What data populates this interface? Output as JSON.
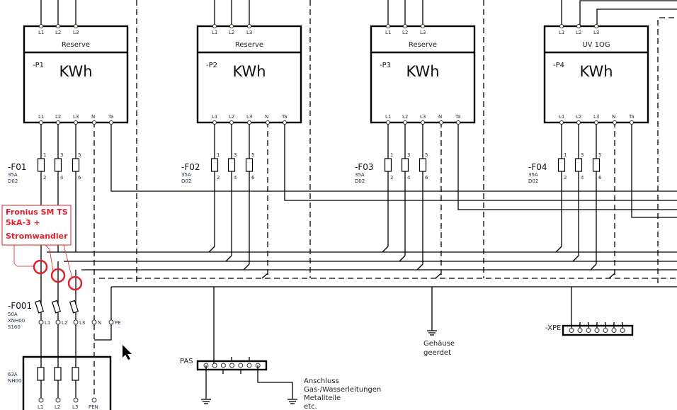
{
  "meters": [
    {
      "id": "-P1",
      "title": "Reserve",
      "label": "KWh",
      "top_pins": [
        "L1",
        "L2",
        "L3"
      ],
      "bottom_pins": [
        "L1",
        "L2",
        "L3",
        "N",
        "Ta"
      ]
    },
    {
      "id": "-P2",
      "title": "Reserve",
      "label": "KWh",
      "top_pins": [
        "L1",
        "L2",
        "L3"
      ],
      "bottom_pins": [
        "L1",
        "L2",
        "L3",
        "N",
        "Ta"
      ]
    },
    {
      "id": "-P3",
      "title": "Reserve",
      "label": "KWh",
      "top_pins": [
        "L1",
        "L2",
        "L3"
      ],
      "bottom_pins": [
        "L1",
        "L2",
        "L3",
        "N",
        "Ta"
      ]
    },
    {
      "id": "-P4",
      "title": "UV 1OG",
      "label": "KWh",
      "top_pins": [
        "L1",
        "L2",
        "L3"
      ],
      "bottom_pins": [
        "L1",
        "L2",
        "L3",
        "N",
        "Ta"
      ]
    }
  ],
  "fuses": [
    {
      "id": "-F01",
      "rating": "35A",
      "type": "D02",
      "pins_top": [
        "1",
        "3",
        "5"
      ],
      "pins_bottom": [
        "2",
        "4",
        "6"
      ]
    },
    {
      "id": "-F02",
      "rating": "35A",
      "type": "D02",
      "pins_top": [
        "1",
        "3",
        "5"
      ],
      "pins_bottom": [
        "2",
        "4",
        "6"
      ]
    },
    {
      "id": "-F03",
      "rating": "35A",
      "type": "D02",
      "pins_top": [
        "1",
        "3",
        "5"
      ],
      "pins_bottom": [
        "2",
        "4",
        "6"
      ]
    },
    {
      "id": "-F04",
      "rating": "35A",
      "type": "D02",
      "pins_top": [
        "1",
        "3",
        "5"
      ],
      "pins_bottom": [
        "2",
        "4",
        "6"
      ]
    }
  ],
  "main_fuse": {
    "id": "-F001",
    "rating": "50A",
    "type": "XNH00",
    "size": "S160",
    "terminals": [
      "L1",
      "L2",
      "L3",
      "N",
      "PE"
    ]
  },
  "incoming": {
    "rating": "63A",
    "type": "NH00",
    "terminals": [
      "L1",
      "L2",
      "L3",
      "PEN"
    ]
  },
  "annotation": {
    "lines": [
      "Fronius SM TS",
      "5kA-3 +",
      "Stromwandler"
    ],
    "color": "#e0202a"
  },
  "pas": {
    "label": "PAS",
    "note_lines": [
      "Anschluss",
      "Gas-/Wasserleitungen",
      "Metallteile",
      "etc."
    ]
  },
  "xpe": {
    "label": "-XPE"
  },
  "housing": {
    "lines": [
      "Gehäuse",
      "geerdet"
    ]
  }
}
